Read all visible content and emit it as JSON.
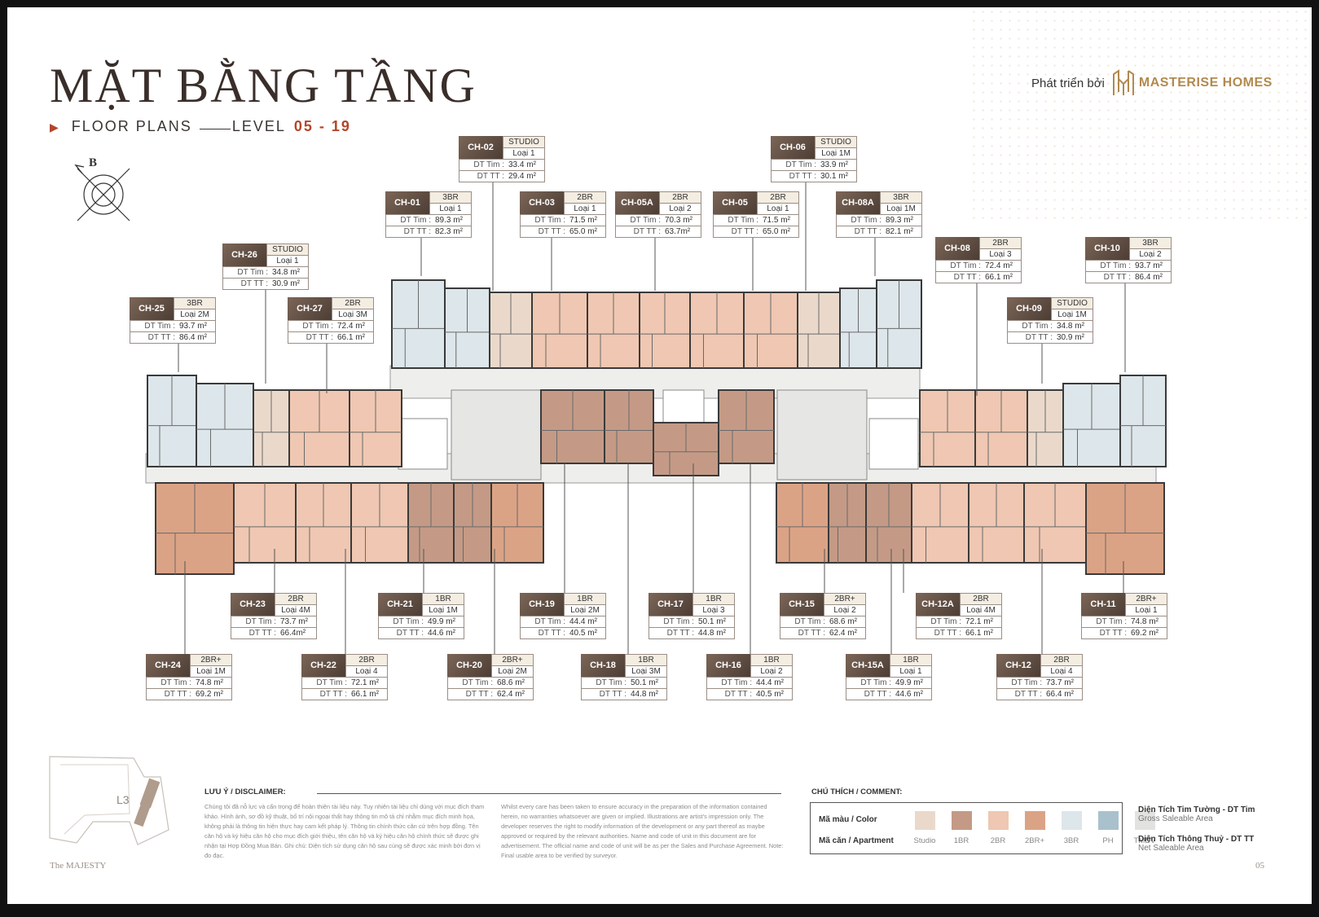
{
  "header": {
    "title": "MẶT BẰNG TẦNG",
    "floor_plans": "FLOOR PLANS",
    "level_label": "LEVEL",
    "level_range": "05 - 19",
    "developed_by": "Phát triển bởi",
    "brand": "MASTERISE HOMES"
  },
  "compass": {
    "label": "B"
  },
  "labels_text": {
    "dt_tim": "DT Tim :",
    "dt_tt": "DT TT :"
  },
  "units": [
    {
      "code": "CH-02",
      "type": "STUDIO",
      "sub": "Loại 1",
      "tim": "33.4 m²",
      "tt": "29.4 m²"
    },
    {
      "code": "CH-06",
      "type": "STUDIO",
      "sub": "Loại 1M",
      "tim": "33.9 m²",
      "tt": "30.1 m²"
    },
    {
      "code": "CH-01",
      "type": "3BR",
      "sub": "Loại 1",
      "tim": "89.3 m²",
      "tt": "82.3 m²"
    },
    {
      "code": "CH-03",
      "type": "2BR",
      "sub": "Loại 1",
      "tim": "71.5 m²",
      "tt": "65.0 m²"
    },
    {
      "code": "CH-05A",
      "type": "2BR",
      "sub": "Loại 2",
      "tim": "70.3 m²",
      "tt": "63.7m²"
    },
    {
      "code": "CH-05",
      "type": "2BR",
      "sub": "Loại 1",
      "tim": "71.5 m²",
      "tt": "65.0 m²"
    },
    {
      "code": "CH-08A",
      "type": "3BR",
      "sub": "Loại 1M",
      "tim": "89.3 m²",
      "tt": "82.1 m²"
    },
    {
      "code": "CH-26",
      "type": "STUDIO",
      "sub": "Loại 1",
      "tim": "34.8 m²",
      "tt": "30.9 m²"
    },
    {
      "code": "CH-08",
      "type": "2BR",
      "sub": "Loại 3",
      "tim": "72.4 m²",
      "tt": "66.1 m²"
    },
    {
      "code": "CH-10",
      "type": "3BR",
      "sub": "Loại 2",
      "tim": "93.7 m²",
      "tt": "86.4 m²"
    },
    {
      "code": "CH-25",
      "type": "3BR",
      "sub": "Loại 2M",
      "tim": "93.7 m²",
      "tt": "86.4 m²"
    },
    {
      "code": "CH-27",
      "type": "2BR",
      "sub": "Loại 3M",
      "tim": "72.4 m²",
      "tt": "66.1 m²"
    },
    {
      "code": "CH-09",
      "type": "STUDIO",
      "sub": "Loại 1M",
      "tim": "34.8 m²",
      "tt": "30.9 m²"
    },
    {
      "code": "CH-23",
      "type": "2BR",
      "sub": "Loại 4M",
      "tim": "73.7 m²",
      "tt": "66.4m²"
    },
    {
      "code": "CH-21",
      "type": "1BR",
      "sub": "Loại 1M",
      "tim": "49.9 m²",
      "tt": "44.6 m²"
    },
    {
      "code": "CH-19",
      "type": "1BR",
      "sub": "Loại 2M",
      "tim": "44.4 m²",
      "tt": "40.5 m²"
    },
    {
      "code": "CH-17",
      "type": "1BR",
      "sub": "Loại 3",
      "tim": "50.1 m²",
      "tt": "44.8 m²"
    },
    {
      "code": "CH-15",
      "type": "2BR+",
      "sub": "Loại 2",
      "tim": "68.6 m²",
      "tt": "62.4 m²"
    },
    {
      "code": "CH-12A",
      "type": "2BR",
      "sub": "Loại 4M",
      "tim": "72.1 m²",
      "tt": "66.1 m²"
    },
    {
      "code": "CH-11",
      "type": "2BR+",
      "sub": "Loại 1",
      "tim": "74.8 m²",
      "tt": "69.2 m²"
    },
    {
      "code": "CH-24",
      "type": "2BR+",
      "sub": "Loại 1M",
      "tim": "74.8 m²",
      "tt": "69.2 m²"
    },
    {
      "code": "CH-22",
      "type": "2BR",
      "sub": "Loại 4",
      "tim": "72.1 m²",
      "tt": "66.1 m²"
    },
    {
      "code": "CH-20",
      "type": "2BR+",
      "sub": "Loại 2M",
      "tim": "68.6 m²",
      "tt": "62.4 m²"
    },
    {
      "code": "CH-18",
      "type": "1BR",
      "sub": "Loại 3M",
      "tim": "50.1 m²",
      "tt": "44.8 m²"
    },
    {
      "code": "CH-16",
      "type": "1BR",
      "sub": "Loại 2",
      "tim": "44.4 m²",
      "tt": "40.5 m²"
    },
    {
      "code": "CH-15A",
      "type": "1BR",
      "sub": "Loại 1",
      "tim": "49.9 m²",
      "tt": "44.6 m²"
    },
    {
      "code": "CH-12",
      "type": "2BR",
      "sub": "Loại 4",
      "tim": "73.7 m²",
      "tt": "66.4 m²"
    }
  ],
  "inset": {
    "label": "L3"
  },
  "disclaimer": {
    "heading": "LƯU Ý / DISCLAIMER:",
    "vn": "Chúng tôi đã nỗ lực và cẩn trọng để hoàn thiện tài liệu này. Tuy nhiên tài liệu chỉ dùng với mục đích tham khảo. Hình ảnh, sơ đồ kỹ thuật, bố trí nội ngoại thất hay thông tin mô tả chỉ nhằm mục đích minh họa, không phải là thông tin hiện thực hay cam kết pháp lý. Thông tin chính thức căn cứ trên hợp đồng. Tên căn hộ và ký hiệu căn hộ cho mục đích giới thiệu, tên căn hộ và ký hiệu căn hộ chính thức sẽ được ghi nhận tại Hợp Đồng Mua Bán. Ghi chú: Diện tích sử dụng căn hộ sau cùng sẽ được xác minh bởi đơn vị đo đạc.",
    "en": "Whilst every care has been taken to ensure accuracy in the preparation of the information contained herein, no warranties whatsoever are given or implied. Illustrations are artist's impression only. The developer reserves the right to modify information of the development or any part thereof as maybe approved or required by the relevant authorities. Name and code of unit in this document are for advertisement. The official name and code of unit will be as per the Sales and Purchase Agreement. Note: Final usable area to be verified by surveyor."
  },
  "legend": {
    "heading": "CHÚ THÍCH / COMMENT:",
    "row_color": "Mã màu / Color",
    "row_apartment": "Mã căn / Apartment",
    "items": [
      {
        "label": "Studio",
        "color": "#ead9cb"
      },
      {
        "label": "1BR",
        "color": "#c49a86"
      },
      {
        "label": "2BR",
        "color": "#efc7b2"
      },
      {
        "label": "2BR+",
        "color": "#dba385"
      },
      {
        "label": "3BR",
        "color": "#dde6ea"
      },
      {
        "label": "PH",
        "color": "#a9c1cd"
      },
      {
        "label": "TMDV",
        "color": "#e2e2e1"
      }
    ],
    "dt_tim_title": "Diện Tích Tim Tường - DT Tim",
    "dt_tim_sub": "Gross Saleable Area",
    "dt_tt_title": "Diện Tích Thông Thuỷ - DT TT",
    "dt_tt_sub": "Net Saleable Area"
  },
  "footer": {
    "project": "The MAJESTY",
    "page": "05"
  }
}
